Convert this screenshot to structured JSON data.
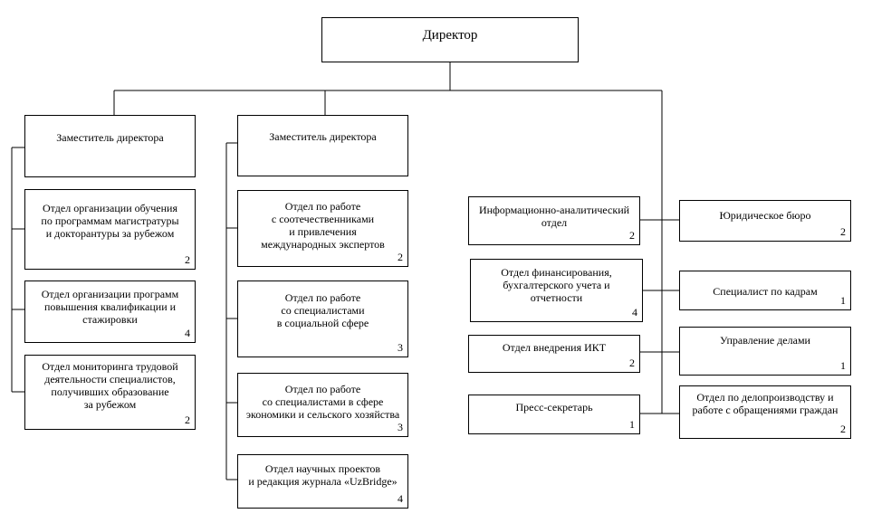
{
  "director": {
    "label": "Директор"
  },
  "left": {
    "deputy": {
      "label": "Заместитель директора"
    },
    "departments": [
      {
        "label": "Отдел организации обучения\nпо программам магистратуры\nи докторантуры за рубежом",
        "staff": "2"
      },
      {
        "label": "Отдел организации программ\nповышения квалификации и\nстажировки",
        "staff": "4"
      },
      {
        "label": "Отдел мониторинга трудовой\nдеятельности специалистов,\nполучивших образование\nза  рубежом",
        "staff": "2"
      }
    ]
  },
  "middle": {
    "deputy": {
      "label": "Заместитель директора"
    },
    "departments": [
      {
        "label": "Отдел по работе\nс соотечественниками\nи привлечения\nмеждународных экспертов",
        "staff": "2"
      },
      {
        "label": "Отдел по работе\nсо специалистами\nв социальной сфере",
        "staff": "3"
      },
      {
        "label": "Отдел по работе\nсо специалистами в сфере\nэкономики и сельского хозяйства",
        "staff": "3"
      },
      {
        "label": "Отдел научных проектов\nи редакция журнала «UzBridge»",
        "staff": "4"
      }
    ]
  },
  "right_inner": [
    {
      "label": "Информационно-аналитический\nотдел",
      "staff": "2"
    },
    {
      "label": "Отдел финансирования,\nбухгалтерского учета и\nотчетности",
      "staff": "4"
    },
    {
      "label": "Отдел внедрения ИКТ",
      "staff": "2"
    },
    {
      "label": "Пресс-секретарь",
      "staff": "1"
    }
  ],
  "right_outer": [
    {
      "label": "Юридическое бюро",
      "staff": "2"
    },
    {
      "label": "Специалист по кадрам",
      "staff": "1"
    },
    {
      "label": "Управление делами",
      "staff": "1"
    },
    {
      "label": "Отдел по делопроизводству и\nработе с обращениями граждан",
      "staff": "2"
    }
  ]
}
